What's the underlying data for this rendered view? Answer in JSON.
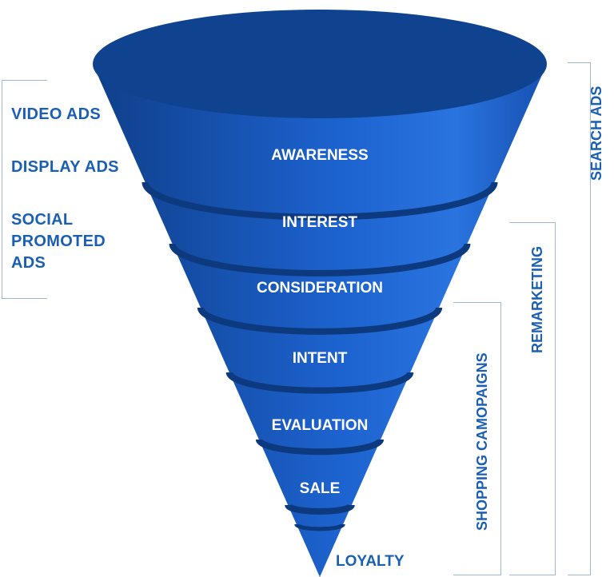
{
  "funnel": {
    "stages": [
      "AWARENESS",
      "INTEREST",
      "CONSIDERATION",
      "INTENT",
      "EVALUATION",
      "SALE"
    ],
    "tip_label": "LOYALTY"
  },
  "left_channels": [
    "VIDEO ADS",
    "DISPLAY ADS",
    "SOCIAL PROMOTED ADS"
  ],
  "right_channels": {
    "search": "SEARCH ADS",
    "remarketing": "REMARKETING",
    "shopping": "SHOPPING CAMOPAIGNS"
  },
  "colors": {
    "funnel_dark": "#0e3f86",
    "funnel_mid": "#1a5cc4",
    "funnel_light": "#2f7ae6",
    "text_blue": "#1a5fb4",
    "bracket": "#9fb6d6"
  }
}
